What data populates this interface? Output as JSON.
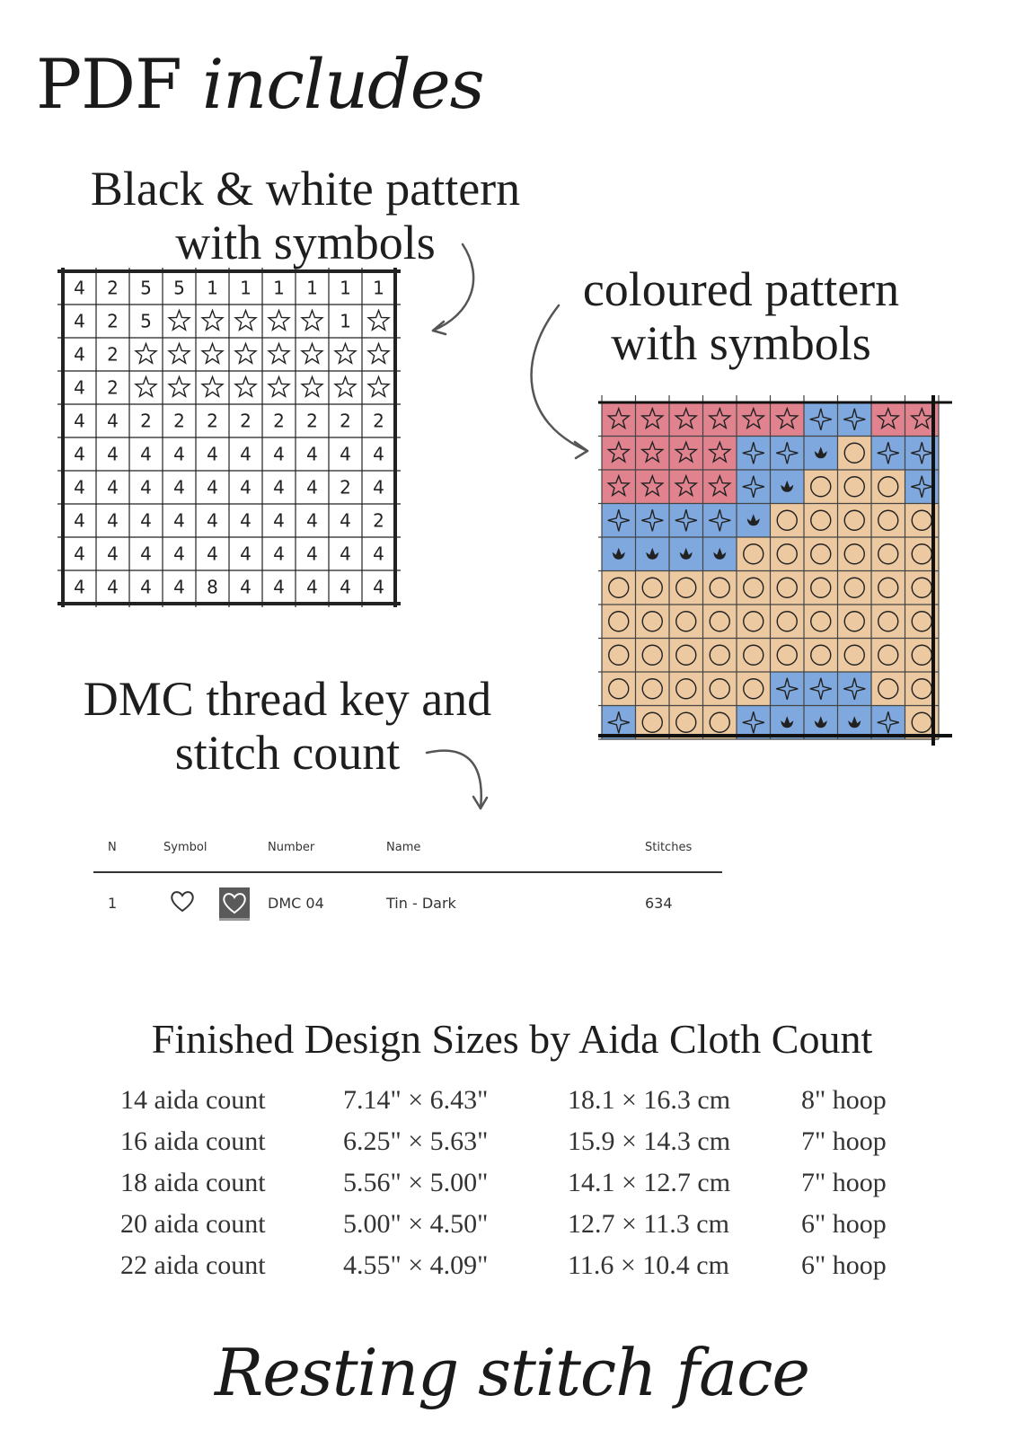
{
  "heading": {
    "part1": "PDF",
    "part2": "includes"
  },
  "bw_pattern": {
    "caption_line1": "Black & white pattern",
    "caption_line2": "with symbols",
    "rows": [
      [
        "4",
        "2",
        "5",
        "5",
        "1",
        "1",
        "1",
        "1",
        "1",
        "1"
      ],
      [
        "4",
        "2",
        "5",
        "☆",
        "☆",
        "☆",
        "☆",
        "☆",
        "1",
        "☆"
      ],
      [
        "4",
        "2",
        "☆",
        "☆",
        "☆",
        "☆",
        "☆",
        "☆",
        "☆",
        "☆"
      ],
      [
        "4",
        "2",
        "☆",
        "☆",
        "☆",
        "☆",
        "☆",
        "☆",
        "☆",
        "☆"
      ],
      [
        "4",
        "4",
        "2",
        "2",
        "2",
        "2",
        "2",
        "2",
        "2",
        "2"
      ],
      [
        "4",
        "4",
        "4",
        "4",
        "4",
        "4",
        "4",
        "4",
        "4",
        "4"
      ],
      [
        "4",
        "4",
        "4",
        "4",
        "4",
        "4",
        "4",
        "4",
        "2",
        "4"
      ],
      [
        "4",
        "4",
        "4",
        "4",
        "4",
        "4",
        "4",
        "4",
        "4",
        "2"
      ],
      [
        "4",
        "4",
        "4",
        "4",
        "4",
        "4",
        "4",
        "4",
        "4",
        "4"
      ],
      [
        "4",
        "4",
        "4",
        "4",
        "8",
        "4",
        "4",
        "4",
        "4",
        "4"
      ]
    ]
  },
  "coloured_pattern": {
    "caption_line1": "coloured pattern",
    "caption_line2": "with symbols",
    "colors": {
      "P": "#e0838f",
      "B": "#7fa9de",
      "T": "#ecc9a1"
    },
    "rows": [
      "PPPPPPBBPP",
      "PPPPBBBTBB",
      "PPPPBBTTTB",
      "BBBBBTTTTT",
      "BBBBTTTTTT",
      "TTTTTTTTTT",
      "TTTTTTTTTT",
      "TTTTTTTTTT",
      "TTTTTBBBTT",
      "BTTTBBBBBT"
    ],
    "symbols": [
      "SSSSSSDDSS",
      "SSSSDDLODD",
      "SSSSDLOOOD",
      "DDDDLOOOOO",
      "LLLLOOOOOO",
      "OOOOOOOOOO",
      "OOOOOOOOOO",
      "OOOOOOOOOO",
      "OOOOODDDOO",
      "DOOODLLLDO"
    ]
  },
  "thread_key": {
    "caption_line1": "DMC thread key and",
    "caption_line2": "stitch count",
    "headers": {
      "n": "N",
      "symbol": "Symbol",
      "number": "Number",
      "name": "Name",
      "stitches": "Stitches"
    },
    "row": {
      "n": "1",
      "symbol_icon": "heart-icon",
      "number": "DMC 04",
      "name": "Tin - Dark",
      "stitches": "634"
    },
    "swatch_color": "#5a5a5a"
  },
  "sizes": {
    "title": "Finished Design Sizes by Aida Cloth Count",
    "rows": [
      {
        "count": "14 aida count",
        "inches": "7.14\" × 6.43\"",
        "cm": "18.1 × 16.3 cm",
        "hoop": "8\" hoop"
      },
      {
        "count": "16 aida count",
        "inches": "6.25\" × 5.63\"",
        "cm": "15.9 × 14.3 cm",
        "hoop": "7\" hoop"
      },
      {
        "count": "18 aida count",
        "inches": "5.56\" × 5.00\"",
        "cm": "14.1 × 12.7 cm",
        "hoop": "7\" hoop"
      },
      {
        "count": "20 aida count",
        "inches": "5.00\" × 4.50\"",
        "cm": "12.7 × 11.3 cm",
        "hoop": "6\" hoop"
      },
      {
        "count": "22 aida count",
        "inches": "4.55\" × 4.09\"",
        "cm": "11.6 × 10.4 cm",
        "hoop": "6\" hoop"
      }
    ]
  },
  "brand": "Resting stitch face"
}
